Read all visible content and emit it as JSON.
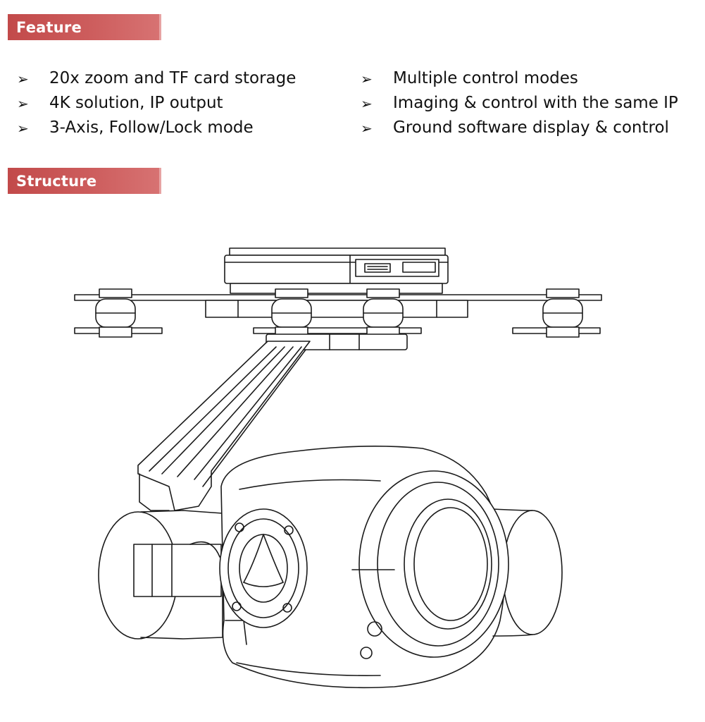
{
  "sections": {
    "feature": {
      "title": "Feature"
    },
    "structure": {
      "title": "Structure"
    }
  },
  "features": {
    "left": [
      "20x zoom and TF card storage",
      "4K solution, IP output",
      "3-Axis, Follow/Lock mode"
    ],
    "right": [
      "Multiple control modes",
      "Imaging & control with the same IP",
      "Ground software display & control"
    ]
  },
  "bullet_glyph": "➢",
  "colors": {
    "header_bg": "#c94f4f",
    "header_text": "#ffffff",
    "line_art": "#1a1a1a"
  },
  "diagram": {
    "subject": "3-axis gimbal camera line drawing",
    "icon": "gimbal-camera-drawing"
  }
}
